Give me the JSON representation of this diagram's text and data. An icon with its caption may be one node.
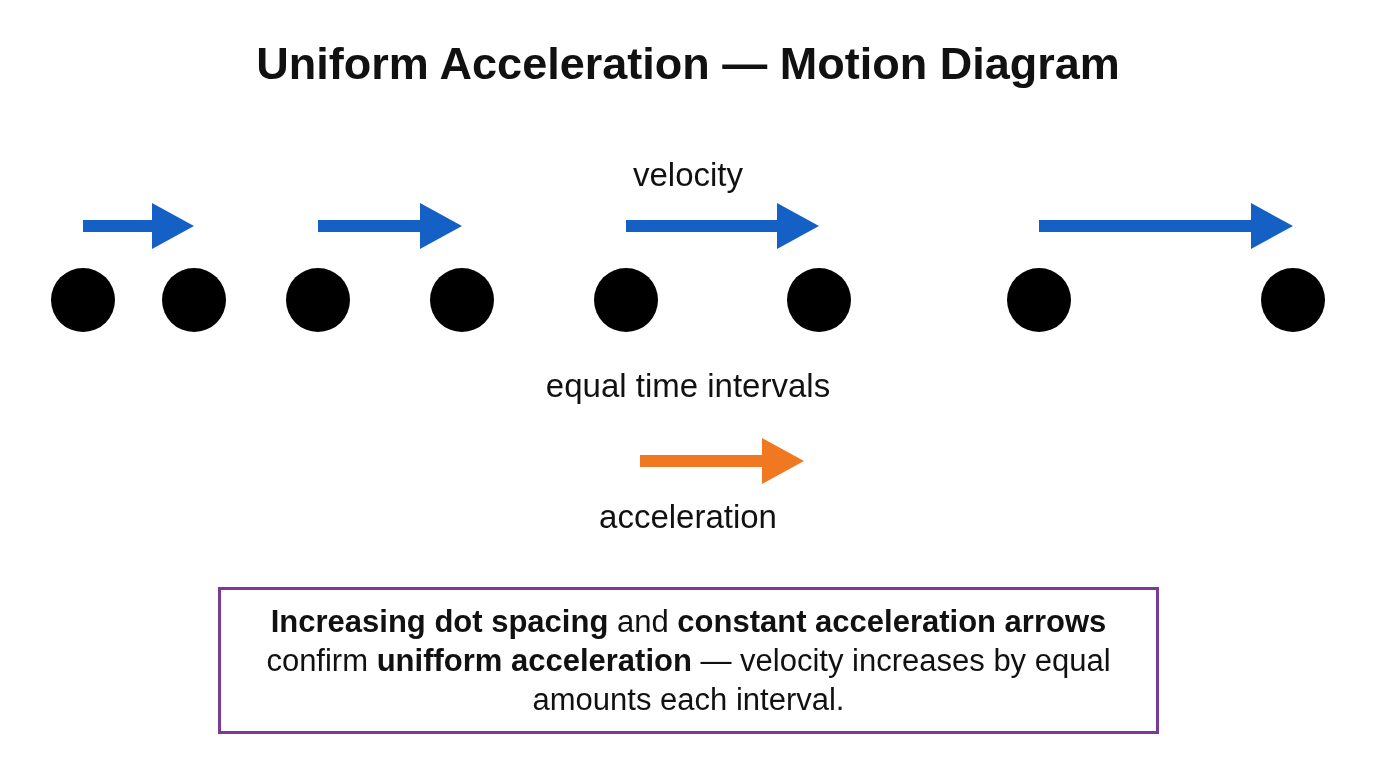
{
  "diagram": {
    "title": "Uniform Acceleration — Motion Diagram",
    "nodes": [
      {
        "text": [],
        "shape": "circle"
      },
      {
        "text": [],
        "shape": "circle"
      },
      {
        "text": [],
        "shape": "circle"
      },
      {
        "text": [],
        "shape": "circle"
      },
      {
        "text": [],
        "shape": "circle"
      },
      {
        "text": [],
        "shape": "circle"
      },
      {
        "text": [],
        "shape": "circle"
      },
      {
        "text": [],
        "shape": "circle"
      },
      {
        "text": [
          "**Increasing dot spacing** and **constant acceleration arrows** confirm **unifform acceleration** — velocity increases by equal amounts each interval."
        ]
      }
    ],
    "labels": [
      "velocity",
      "equal time intervals",
      "acceleration"
    ]
  }
}
